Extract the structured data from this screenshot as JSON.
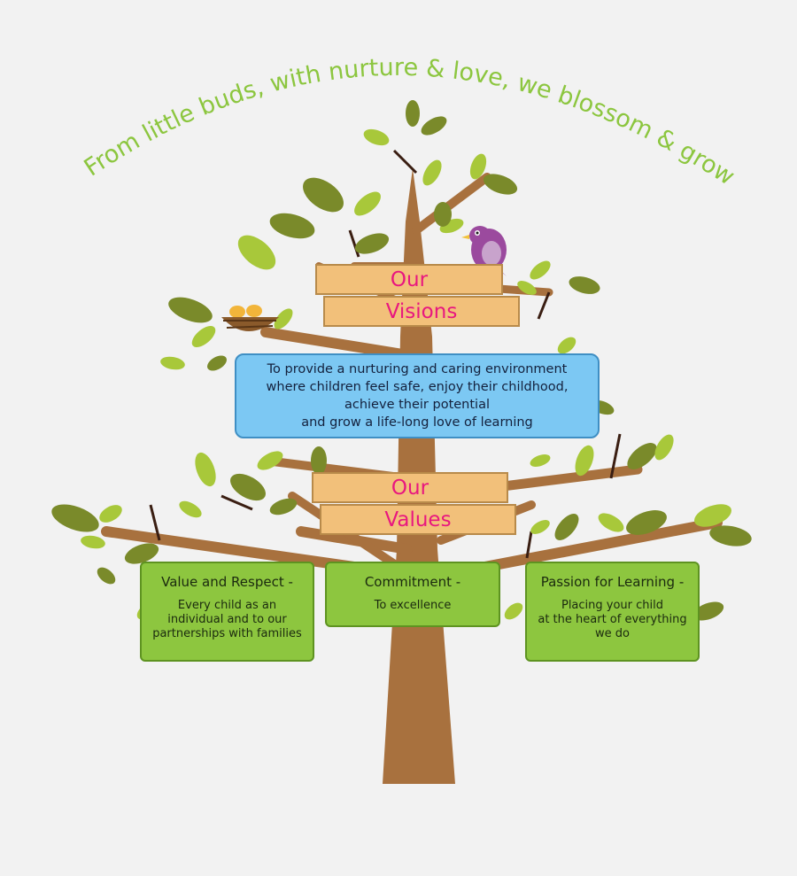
{
  "motto": "From little buds, with nurture & love, we blossom & grow",
  "visions": {
    "plank_top": "Our",
    "plank_bottom": "Visions",
    "lines": [
      "To provide a nurturing and caring environment",
      "where children feel safe, enjoy their childhood,",
      "achieve their potential",
      "and grow a life-long love of learning"
    ]
  },
  "values": {
    "plank_top": "Our",
    "plank_bottom": "Values",
    "items": [
      {
        "title": "Value and Respect -",
        "lines": [
          "Every child as an",
          "individual and to our",
          "partnerships with families"
        ]
      },
      {
        "title": "Commitment -",
        "lines": [
          "To excellence"
        ]
      },
      {
        "title": "Passion for Learning -",
        "lines": [
          "Placing your child",
          "at the heart of everything",
          "we do"
        ]
      }
    ]
  },
  "colors": {
    "background": "#f2f2f2",
    "motto": "#8cc63f",
    "trunk": "#a8713e",
    "plank": "#f2c07a",
    "plank_text": "#e8177f",
    "vision_box": "#7cc8f3",
    "value_box": "#8dc63f",
    "leaf_olive": "#7a8a2a",
    "leaf_light": "#a8c83a",
    "bird": "#9b4a9e"
  }
}
